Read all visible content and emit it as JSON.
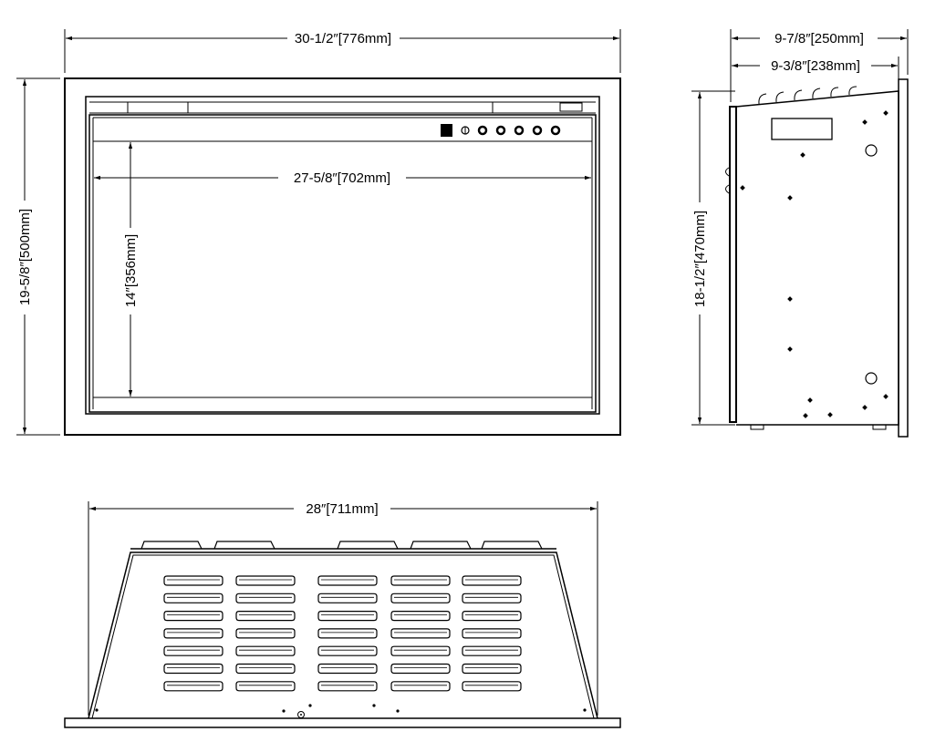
{
  "dimensions": {
    "front_overall_width": "30-1/2″[776mm]",
    "front_overall_height": "19-5/8″[500mm]",
    "viewing_width": "27-5/8″[702mm]",
    "viewing_height": "14″[356mm]",
    "side_overall_depth": "9-7/8″[250mm]",
    "side_body_depth": "9-3/8″[238mm]",
    "side_height": "18-1/2″[470mm]",
    "top_width": "28″[711mm]"
  },
  "colors": {
    "line": "#000000",
    "background": "#ffffff"
  }
}
